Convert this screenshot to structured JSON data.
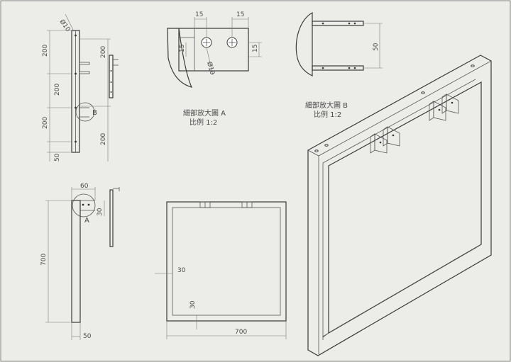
{
  "details": {
    "a_title": "細部放大圖 A",
    "a_scale": "比例 1:2",
    "b_title": "細部放大圖 B",
    "b_scale": "比例 1:2",
    "a_label": "A",
    "b_label": "B"
  },
  "dimensions": {
    "side_dia": "Ø10",
    "side_200_a": "200",
    "side_200_b": "200",
    "side_200_c": "200",
    "side_50": "50",
    "side_right_200_a": "200",
    "side_right_200_b": "200",
    "det_a_15_left": "15",
    "det_a_15_right": "15",
    "det_a_15_vert_left": "15",
    "det_a_15_vert_right": "15",
    "det_a_dia": "Ø10",
    "det_b_50": "50",
    "elev_60": "60",
    "elev_30": "30",
    "elev_700": "700",
    "elev_50": "50",
    "front_30_h": "30",
    "front_30_v": "30",
    "front_700": "700"
  },
  "colors": {
    "background": "#ecece8",
    "line": "#3a3a3a",
    "dimension": "#7a7a7a"
  }
}
